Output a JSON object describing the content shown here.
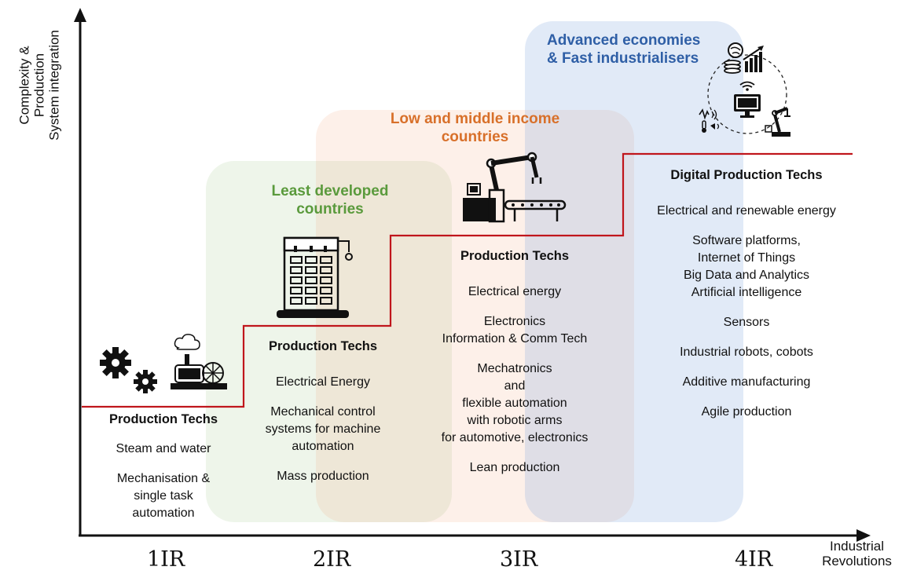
{
  "axes": {
    "y_label": [
      "Complexity &",
      "Production",
      "System integration"
    ],
    "x_label": [
      "Industrial",
      "Revolutions"
    ]
  },
  "eras": [
    "1IR",
    "2IR",
    "3IR",
    "4IR"
  ],
  "groups": [
    {
      "title": [
        "Least developed",
        "countries"
      ],
      "color": "#5a9a3c"
    },
    {
      "title": [
        "Low and middle income",
        "countries"
      ],
      "color": "#d8702a"
    },
    {
      "title": [
        "Advanced economies",
        "& Fast industrialisers"
      ],
      "color": "#2f5fa6"
    }
  ],
  "stages": [
    {
      "heading": "Production Techs",
      "items": [
        "Steam and water",
        "Mechanisation &\nsingle task\nautomation"
      ]
    },
    {
      "heading": "Production Techs",
      "items": [
        "Electrical Energy",
        "Mechanical control\nsystems for machine\nautomation",
        "Mass production"
      ]
    },
    {
      "heading": "Production Techs",
      "items": [
        "Electrical energy",
        "Electronics\nInformation & Comm Tech",
        "Mechatronics\nand\nflexible automation\nwith robotic arms\nfor automotive, electronics",
        "Lean production"
      ]
    },
    {
      "heading": "Digital Production Techs",
      "items": [
        "Electrical and renewable energy",
        "Software platforms,\nInternet of Things\nBig Data and Analytics\nArtificial intelligence",
        "Sensors",
        "Industrial robots, cobots",
        "Additive manufacturing",
        "Agile production"
      ]
    }
  ],
  "colors": {
    "step_line": "#c0161c",
    "axis": "#111111"
  },
  "icons": [
    "gears-icon",
    "steam-engine-icon",
    "factory-building-icon",
    "robot-arm-conveyor-icon",
    "digital-network-icon"
  ]
}
